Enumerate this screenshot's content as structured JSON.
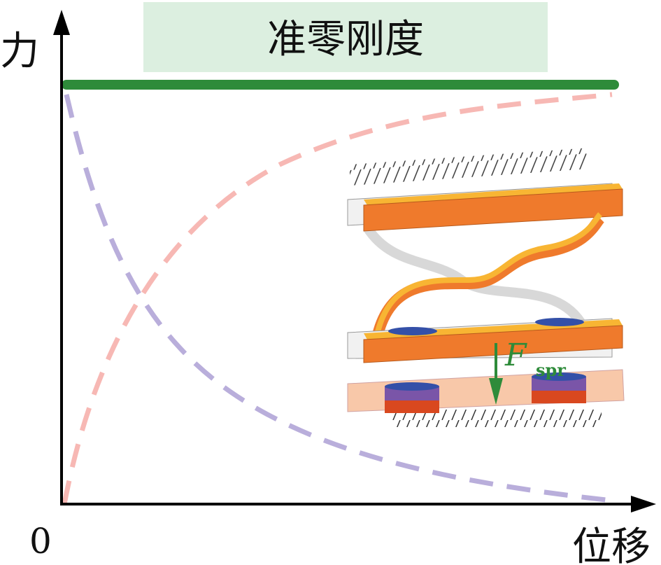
{
  "title": "准零刚度",
  "axes": {
    "y_label": "力",
    "x_label": "位移",
    "origin_label": "0"
  },
  "force_label": {
    "symbol": "F",
    "subscript": "spr"
  },
  "colors": {
    "title_bg": "#dcefe0",
    "zero_stiffness_line": "#2e8b3a",
    "positive_stiffness_curve": "#f7b8b4",
    "negative_stiffness_curve": "#b9aedb",
    "beam_orange": "#ef7a2c",
    "beam_yellow": "#f8b533",
    "magnet_blue": "#3450a8",
    "magnet_purple": "#7a55a8",
    "magnet_red": "#d9481f",
    "force_arrow": "#2e8b3a"
  }
}
